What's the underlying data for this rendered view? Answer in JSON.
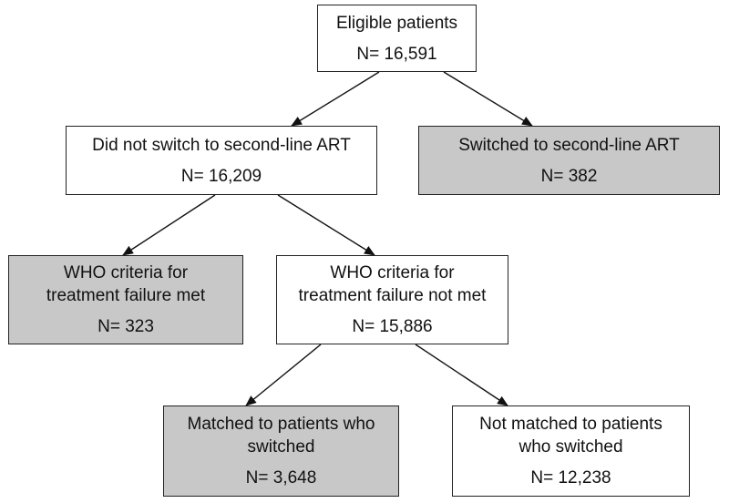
{
  "nodes": {
    "eligible": {
      "label": "Eligible patients",
      "count": "N= 16,591"
    },
    "no_switch": {
      "label": "Did not switch to second-line ART",
      "count": "N= 16,209"
    },
    "switched": {
      "label": "Switched to second-line ART",
      "count": "N= 382"
    },
    "who_met": {
      "label_line1": "WHO criteria for",
      "label_line2": "treatment failure met",
      "count": "N= 323"
    },
    "who_not_met": {
      "label_line1": "WHO criteria for",
      "label_line2": "treatment failure not met",
      "count": "N= 15,886"
    },
    "matched": {
      "label_line1": "Matched to patients who",
      "label_line2": "switched",
      "count": "N= 3,648"
    },
    "not_matched": {
      "label_line1": "Not matched to patients",
      "label_line2": "who switched",
      "count": "N= 12,238"
    }
  },
  "edges": [
    {
      "from": "eligible",
      "to": "no_switch"
    },
    {
      "from": "eligible",
      "to": "switched"
    },
    {
      "from": "no_switch",
      "to": "who_met"
    },
    {
      "from": "no_switch",
      "to": "who_not_met"
    },
    {
      "from": "who_not_met",
      "to": "matched"
    },
    {
      "from": "who_not_met",
      "to": "not_matched"
    }
  ],
  "colors": {
    "white_fill": "#ffffff",
    "grey_fill": "#c8c8c8",
    "line": "#111111"
  }
}
